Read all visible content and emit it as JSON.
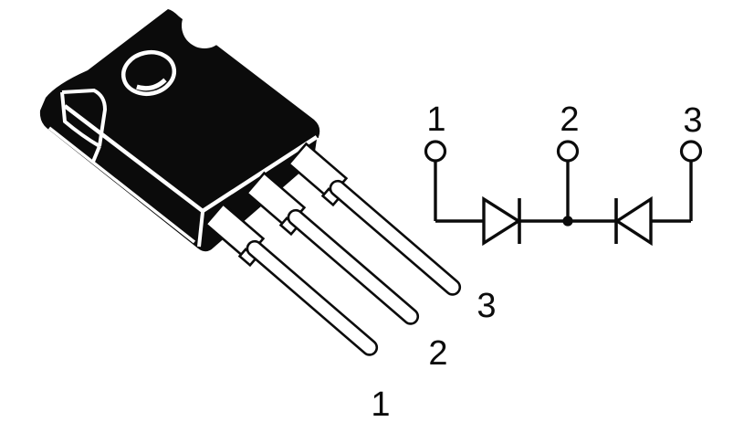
{
  "colors": {
    "ink": "#0b0b0b",
    "paper": "#ffffff"
  },
  "package": {
    "pin_labels": [
      "1",
      "2",
      "3"
    ]
  },
  "schematic": {
    "terminal_labels": [
      "1",
      "2",
      "3"
    ]
  }
}
